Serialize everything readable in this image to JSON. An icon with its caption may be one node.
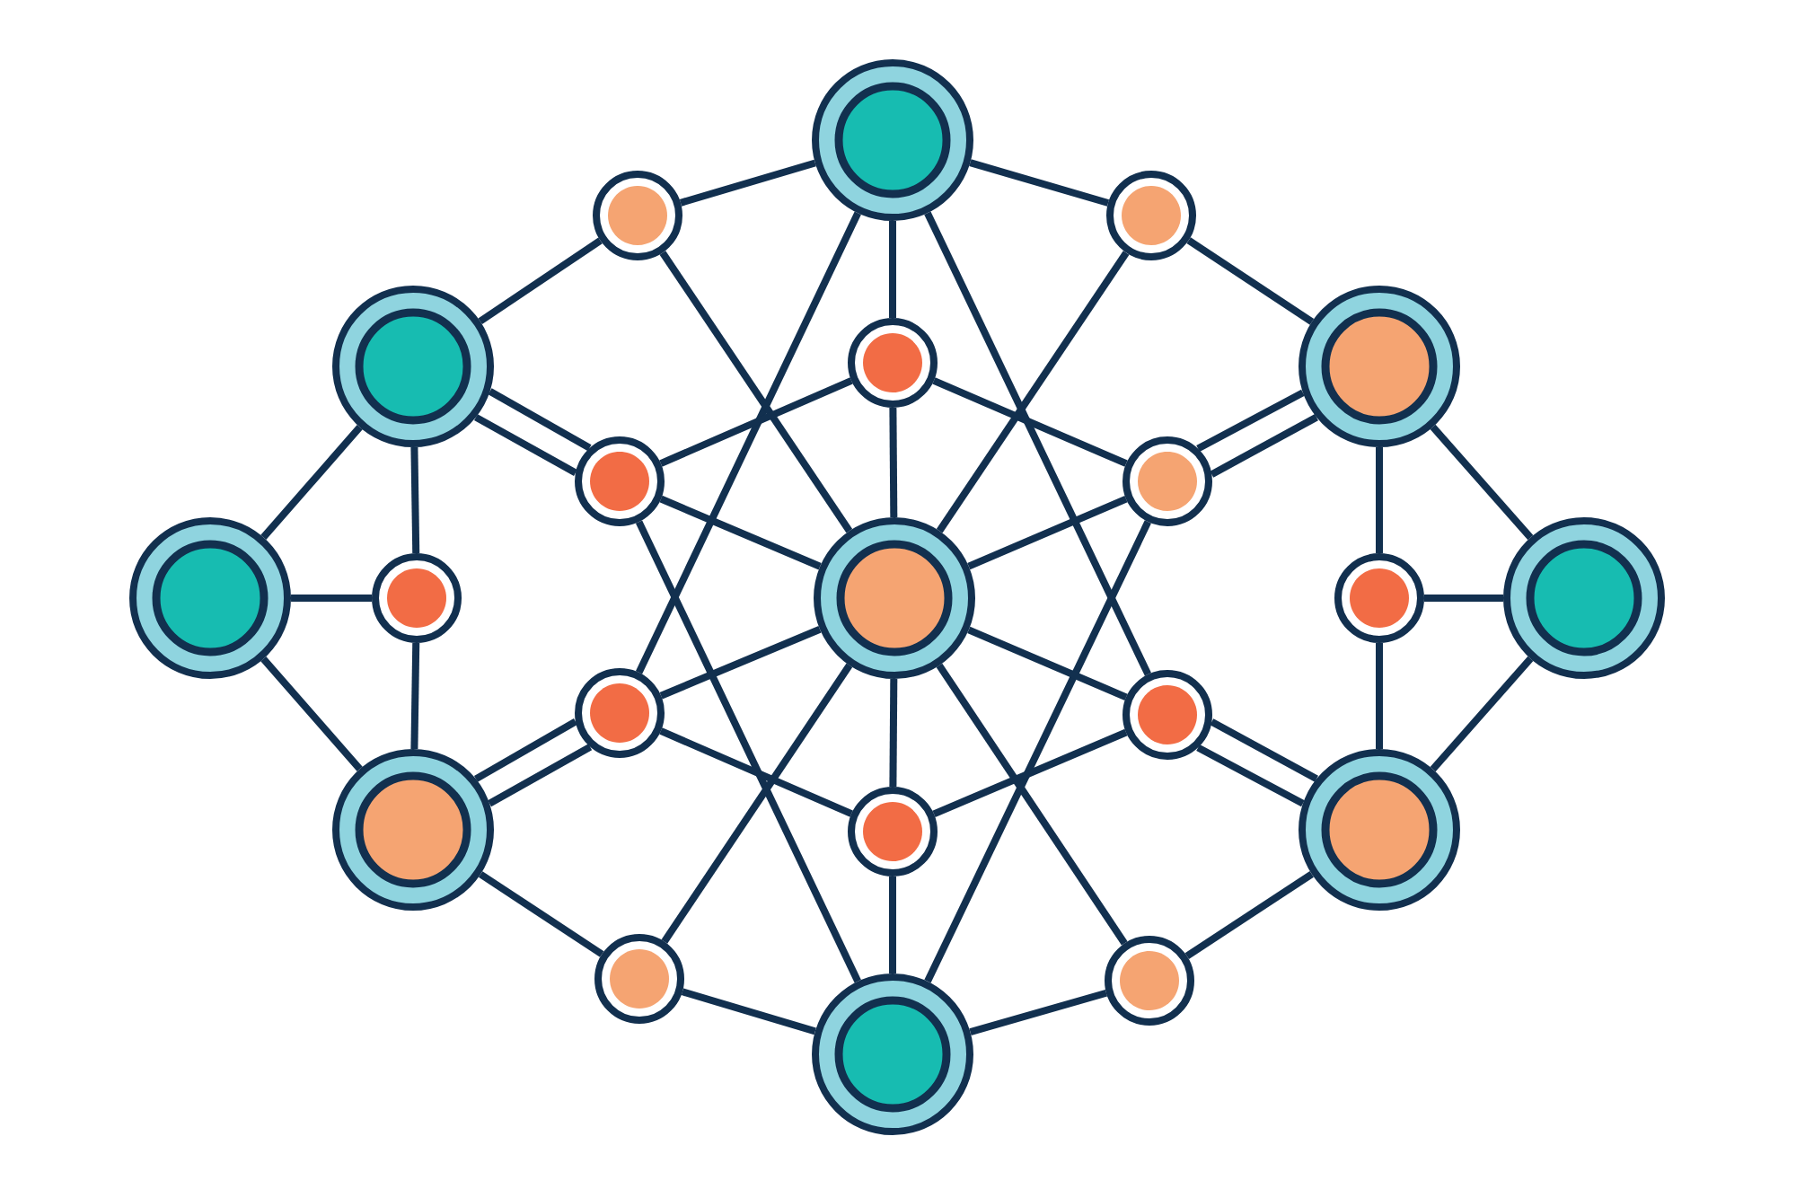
{
  "diagram": {
    "nodes": [
      {
        "text": [],
        "shape": "circle"
      },
      {
        "text": [],
        "shape": "circle"
      },
      {
        "text": [],
        "shape": "circle"
      },
      {
        "text": [],
        "shape": "circle"
      },
      {
        "text": [],
        "shape": "circle"
      },
      {
        "text": [],
        "shape": "circle"
      },
      {
        "text": [],
        "shape": "circle"
      },
      {
        "text": [],
        "shape": "circle"
      },
      {
        "text": [],
        "shape": "circle"
      },
      {
        "text": [],
        "shape": "circle"
      },
      {
        "text": [],
        "shape": "circle"
      },
      {
        "text": [],
        "shape": "circle"
      },
      {
        "text": [],
        "shape": "circle"
      },
      {
        "text": [],
        "shape": "circle"
      },
      {
        "text": [],
        "shape": "circle"
      },
      {
        "text": [],
        "shape": "circle"
      },
      {
        "text": [],
        "shape": "circle"
      },
      {
        "text": [],
        "shape": "circle"
      },
      {
        "text": [],
        "shape": "circle"
      },
      {
        "text": [],
        "shape": "circle"
      },
      {
        "text": [],
        "shape": "circle"
      }
    ],
    "edges": [
      {
        "from": 0,
        "to": 1,
        "arrow": "none"
      },
      {
        "from": 0,
        "to": 2,
        "arrow": "none"
      },
      {
        "from": 0,
        "to": 4,
        "arrow": "none"
      },
      {
        "from": 0,
        "to": 13,
        "arrow": "none"
      },
      {
        "from": 0,
        "to": 14,
        "arrow": "none"
      },
      {
        "from": 1,
        "to": 3,
        "arrow": "none"
      },
      {
        "from": 1,
        "to": 10,
        "arrow": "none"
      },
      {
        "from": 2,
        "to": 5,
        "arrow": "none"
      },
      {
        "from": 2,
        "to": 10,
        "arrow": "none"
      },
      {
        "from": 3,
        "to": 6,
        "arrow": "none"
      },
      {
        "from": 3,
        "to": 6,
        "arrow": "none"
      },
      {
        "from": 3,
        "to": 8,
        "arrow": "none"
      },
      {
        "from": 3,
        "to": 9,
        "arrow": "none"
      },
      {
        "from": 4,
        "to": 6,
        "arrow": "none"
      },
      {
        "from": 4,
        "to": 7,
        "arrow": "none"
      },
      {
        "from": 4,
        "to": 10,
        "arrow": "none"
      },
      {
        "from": 5,
        "to": 7,
        "arrow": "none"
      },
      {
        "from": 5,
        "to": 7,
        "arrow": "none"
      },
      {
        "from": 5,
        "to": 11,
        "arrow": "none"
      },
      {
        "from": 5,
        "to": 12,
        "arrow": "none"
      },
      {
        "from": 6,
        "to": 10,
        "arrow": "none"
      },
      {
        "from": 6,
        "to": 20,
        "arrow": "none"
      },
      {
        "from": 7,
        "to": 10,
        "arrow": "none"
      },
      {
        "from": 7,
        "to": 20,
        "arrow": "none"
      },
      {
        "from": 8,
        "to": 9,
        "arrow": "none"
      },
      {
        "from": 8,
        "to": 15,
        "arrow": "none"
      },
      {
        "from": 9,
        "to": 15,
        "arrow": "none"
      },
      {
        "from": 10,
        "to": 13,
        "arrow": "none"
      },
      {
        "from": 10,
        "to": 14,
        "arrow": "none"
      },
      {
        "from": 10,
        "to": 16,
        "arrow": "none"
      },
      {
        "from": 10,
        "to": 18,
        "arrow": "none"
      },
      {
        "from": 10,
        "to": 19,
        "arrow": "none"
      },
      {
        "from": 11,
        "to": 12,
        "arrow": "none"
      },
      {
        "from": 11,
        "to": 17,
        "arrow": "none"
      },
      {
        "from": 12,
        "to": 17,
        "arrow": "none"
      },
      {
        "from": 13,
        "to": 15,
        "arrow": "none"
      },
      {
        "from": 13,
        "to": 15,
        "arrow": "none"
      },
      {
        "from": 13,
        "to": 16,
        "arrow": "none"
      },
      {
        "from": 14,
        "to": 17,
        "arrow": "none"
      },
      {
        "from": 14,
        "to": 17,
        "arrow": "none"
      },
      {
        "from": 14,
        "to": 16,
        "arrow": "none"
      },
      {
        "from": 15,
        "to": 18,
        "arrow": "none"
      },
      {
        "from": 16,
        "to": 20,
        "arrow": "none"
      },
      {
        "from": 18,
        "to": 20,
        "arrow": "none"
      },
      {
        "from": 19,
        "to": 20,
        "arrow": "none"
      },
      {
        "from": 17,
        "to": 19,
        "arrow": "none"
      }
    ]
  }
}
